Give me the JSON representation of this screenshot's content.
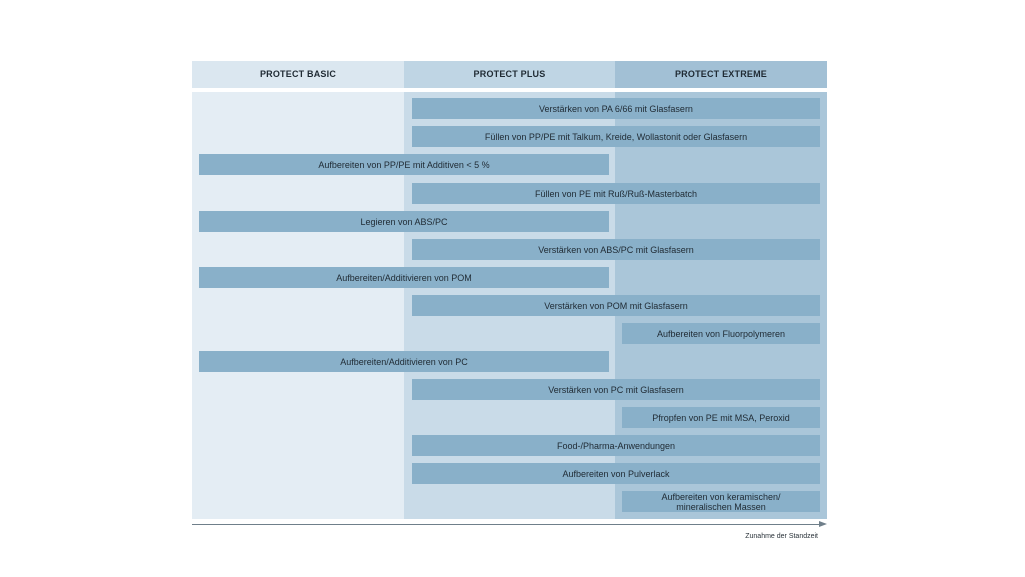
{
  "columns": {
    "basic": "PROTECT BASIC",
    "plus": "PROTECT PLUS",
    "extreme": "PROTECT EXTREME"
  },
  "rows": [
    {
      "label": "Verstärken von PA 6/66 mit Glasfasern",
      "span": "plus-extreme"
    },
    {
      "label": "Füllen von PP/PE mit Talkum, Kreide, Wollastonit oder Glasfasern",
      "span": "plus-extreme"
    },
    {
      "label": "Aufbereiten von PP/PE mit Additiven < 5 %",
      "span": "basic-plus"
    },
    {
      "label": "Füllen von PE mit Ruß/Ruß-Masterbatch",
      "span": "plus-extreme"
    },
    {
      "label": "Legieren von ABS/PC",
      "span": "basic-plus"
    },
    {
      "label": "Verstärken von ABS/PC mit Glasfasern",
      "span": "plus-extreme"
    },
    {
      "label": "Aufbereiten/Additivieren von POM",
      "span": "basic-plus"
    },
    {
      "label": "Verstärken von POM mit Glasfasern",
      "span": "plus-extreme"
    },
    {
      "label": "Aufbereiten von Fluorpolymeren",
      "span": "extreme"
    },
    {
      "label": "Aufbereiten/Additivieren von PC",
      "span": "basic-plus"
    },
    {
      "label": "Verstärken von PC mit Glasfasern",
      "span": "plus-extreme"
    },
    {
      "label": "Pfropfen von PE mit MSA, Peroxid",
      "span": "extreme"
    },
    {
      "label": "Food-/Pharma-Anwendungen",
      "span": "plus-extreme"
    },
    {
      "label": "Aufbereiten von Pulverlack",
      "span": "plus-extreme"
    },
    {
      "label": "Aufbereiten von keramischen/\nmineralischen Massen",
      "span": "extreme"
    }
  ],
  "axis": {
    "label": "Zunahme der Standzeit"
  },
  "colors": {
    "basic_column": "#e4edf4",
    "plus_column": "#c9dbe8",
    "extreme_column": "#aac6d9",
    "bar": "#89b0c9"
  }
}
